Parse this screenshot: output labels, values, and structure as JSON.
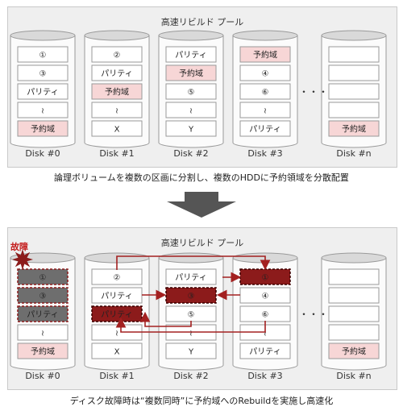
{
  "top": {
    "title": "高速リビルド プール",
    "caption": "論理ボリュームを複数の区画に分割し、複数のHDDに予約領域を分散配置"
  },
  "bottom": {
    "title": "高速リビルド プール",
    "caption": "ディスク故障時は“複数同時”に予約域へのRebuildを実施し高速化",
    "failure_label": "故障"
  },
  "ellipsis": "・・・",
  "disks": [
    {
      "label": "Disk #0",
      "cells": [
        "①",
        "③",
        "パリティ",
        "≀",
        "予約域"
      ]
    },
    {
      "label": "Disk #1",
      "cells": [
        "②",
        "パリティ",
        "予約域",
        "≀",
        "X"
      ]
    },
    {
      "label": "Disk #2",
      "cells": [
        "パリティ",
        "予約域",
        "⑤",
        "≀",
        "Y"
      ]
    },
    {
      "label": "Disk #3",
      "cells": [
        "予約域",
        "④",
        "⑥",
        "≀",
        "パリティ"
      ]
    },
    {
      "label": "Disk #n",
      "cells": [
        "",
        "",
        "",
        "",
        "予約域"
      ]
    }
  ],
  "rebuild_disks": [
    {
      "label": "Disk #0",
      "cells": [
        "①",
        "③",
        "パリティ",
        "≀",
        "予約域"
      ]
    },
    {
      "label": "Disk #1",
      "cells": [
        "②",
        "パリティ",
        "パリティ",
        "≀",
        "X"
      ]
    },
    {
      "label": "Disk #2",
      "cells": [
        "パリティ",
        "③",
        "⑤",
        "≀",
        "Y"
      ]
    },
    {
      "label": "Disk #3",
      "cells": [
        "①",
        "④",
        "⑥",
        "≀",
        "パリティ"
      ]
    },
    {
      "label": "Disk #n",
      "cells": [
        "",
        "",
        "",
        "",
        "予約域"
      ]
    }
  ],
  "colors": {
    "reserve_fill": "#f7d6d6",
    "rebuilt_fill": "#8c1b1b",
    "failed_fill": "#6e6e6e",
    "arrow": "#a32020",
    "transition_arrow": "#555555"
  }
}
